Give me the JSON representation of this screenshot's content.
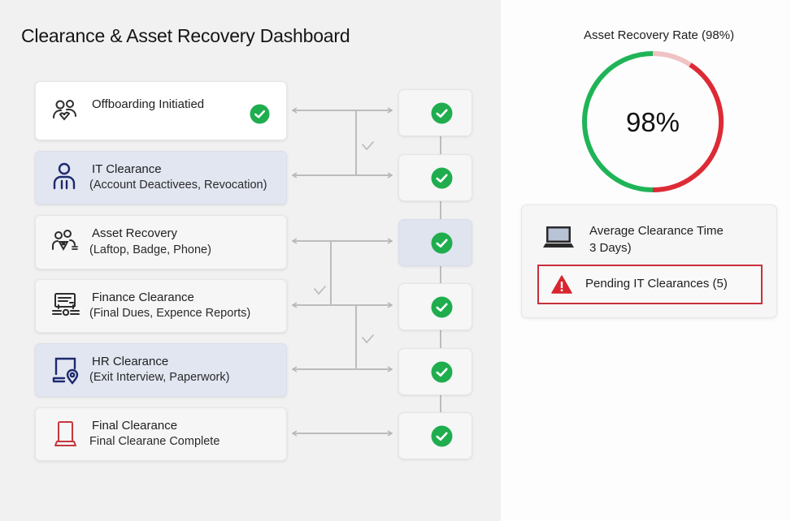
{
  "header": {
    "title": "Clearance & Asset Recovery Dashboard"
  },
  "colors": {
    "success_green": "#1fad4e",
    "alert_red": "#c8303a",
    "gauge_green": "#1fb457",
    "gauge_red": "#dd2b36",
    "gauge_light_red": "#f1c2c4",
    "icon_navy": "#1e2a6e",
    "icon_gray": "#2d2d2d",
    "icon_red": "#c4373d"
  },
  "stages": [
    {
      "title": "Offboarding Initiatied",
      "subtitle": "",
      "icon": "people-heart-icon",
      "status": "complete"
    },
    {
      "title": "IT Clearance",
      "subtitle": "(Account Deactivees, Revocation)",
      "icon": "user-icon",
      "status": "complete"
    },
    {
      "title": "Asset Recovery",
      "subtitle": "(Laftop, Badge, Phone)",
      "icon": "people-location-icon",
      "status": "complete"
    },
    {
      "title": "Finance Clearance",
      "subtitle": "(Final Dues, Expence Reports)",
      "icon": "finance-document-icon",
      "status": "complete"
    },
    {
      "title": "HR Clearance",
      "subtitle": "(Exit Interview, Paperwork)",
      "icon": "monitor-location-icon",
      "status": "complete"
    },
    {
      "title": "Final Clearance",
      "subtitle": "Final Clearane Complete",
      "icon": "laptop-outline-icon",
      "status": "complete"
    }
  ],
  "gauge": {
    "title": "Asset Recovery Rate (98%)",
    "value_label": "98%",
    "value": 98
  },
  "metrics": {
    "avg_clearance_label": "Average Clearance Time",
    "avg_clearance_value": "3 Days)",
    "pending_alert": "Pending IT Clearances (5)"
  }
}
